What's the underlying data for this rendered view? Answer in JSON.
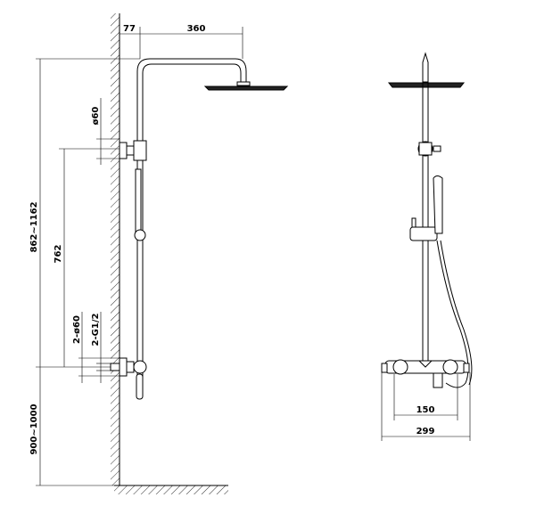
{
  "dimensions": {
    "wall_offset": "77",
    "arm_length": "360",
    "bracket_diameter": "ø60",
    "total_height": "862~1162",
    "bracket_spacing": "762",
    "inlet_diameter": "2-ø60",
    "inlet_thread": "2-G1/2",
    "mount_height": "900~1000",
    "inlet_centers": "150",
    "mixer_width": "299"
  }
}
